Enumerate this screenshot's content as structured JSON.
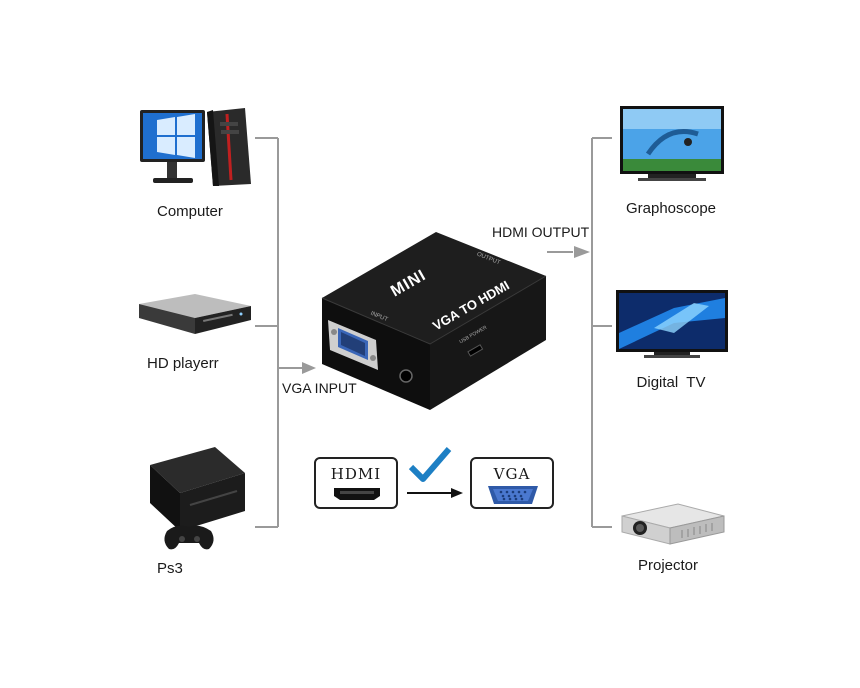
{
  "inputs": [
    {
      "label": "Computer",
      "icon": "computer-icon"
    },
    {
      "label": "HD playerr",
      "icon": "hd-player-icon"
    },
    {
      "label": "Ps3",
      "icon": "ps3-console-icon"
    }
  ],
  "outputs": [
    {
      "label": "Graphoscope",
      "icon": "tv-icon"
    },
    {
      "label": "Digital  TV",
      "icon": "digital-tv-icon"
    },
    {
      "label": "Projector",
      "icon": "projector-icon"
    }
  ],
  "input_caption": "VGA INPUT",
  "output_caption": "HDMI OUTPUT",
  "device": {
    "brand": "MINI",
    "model": "VGA TO HDMI",
    "port_input": "INPUT",
    "port_output": "OUTPUT",
    "port_power": "USB POWER"
  },
  "conversion": {
    "from_label": "HDMI",
    "to_label": "VGA",
    "check_icon": "checkmark-icon",
    "arrow_icon": "right-arrow-icon"
  },
  "colors": {
    "line": "#9a9a9a",
    "device_body": "#141414",
    "check": "#1d7fc4",
    "vga_blue": "#2f5aa8"
  }
}
